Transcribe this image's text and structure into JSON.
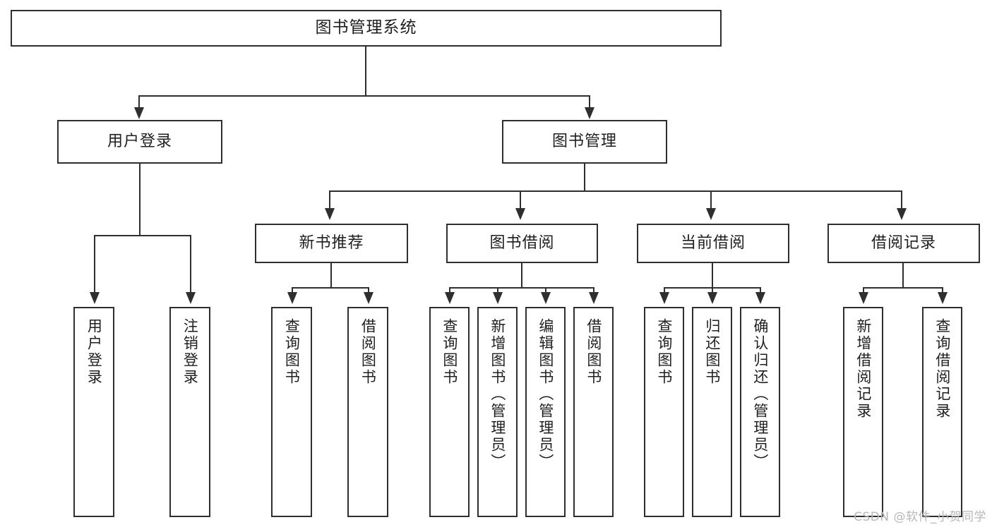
{
  "diagram": {
    "title": "图书管理系统",
    "type": "功能结构图",
    "watermark": "CSDN @软件_小贺同学",
    "colors": {
      "stroke": "#2f2f2f",
      "fill": "#ffffff",
      "text": "#1f1f1f",
      "watermark": "#b7b7b7"
    },
    "root": {
      "label": "图书管理系统"
    },
    "level2": [
      {
        "id": "user-login",
        "label": "用户登录"
      },
      {
        "id": "book-manage",
        "label": "图书管理"
      }
    ],
    "level3": [
      {
        "id": "new-book-recommend",
        "label": "新书推荐"
      },
      {
        "id": "book-borrow",
        "label": "图书借阅"
      },
      {
        "id": "current-borrow",
        "label": "当前借阅"
      },
      {
        "id": "borrow-record",
        "label": "借阅记录"
      }
    ],
    "leaves": {
      "user_login": [
        {
          "id": "leaf-user-login",
          "label": "用户登录"
        },
        {
          "id": "leaf-logout-login",
          "label": "注销登录"
        }
      ],
      "new_book_recommend": [
        {
          "id": "leaf-query-book-1",
          "label": "查询图书"
        },
        {
          "id": "leaf-borrow-book-1",
          "label": "借阅图书"
        }
      ],
      "book_borrow": [
        {
          "id": "leaf-query-book-2",
          "label": "查询图书"
        },
        {
          "id": "leaf-add-book",
          "label": "新增图书（管理员）"
        },
        {
          "id": "leaf-edit-book",
          "label": "编辑图书（管理员）"
        },
        {
          "id": "leaf-borrow-book-2",
          "label": "借阅图书"
        }
      ],
      "current_borrow": [
        {
          "id": "leaf-query-book-3",
          "label": "查询图书"
        },
        {
          "id": "leaf-return-book",
          "label": "归还图书"
        },
        {
          "id": "leaf-confirm-return",
          "label": "确认归还（管理员）"
        }
      ],
      "borrow_record": [
        {
          "id": "leaf-add-record",
          "label": "新增借阅记录"
        },
        {
          "id": "leaf-query-record",
          "label": "查询借阅记录"
        }
      ]
    }
  }
}
